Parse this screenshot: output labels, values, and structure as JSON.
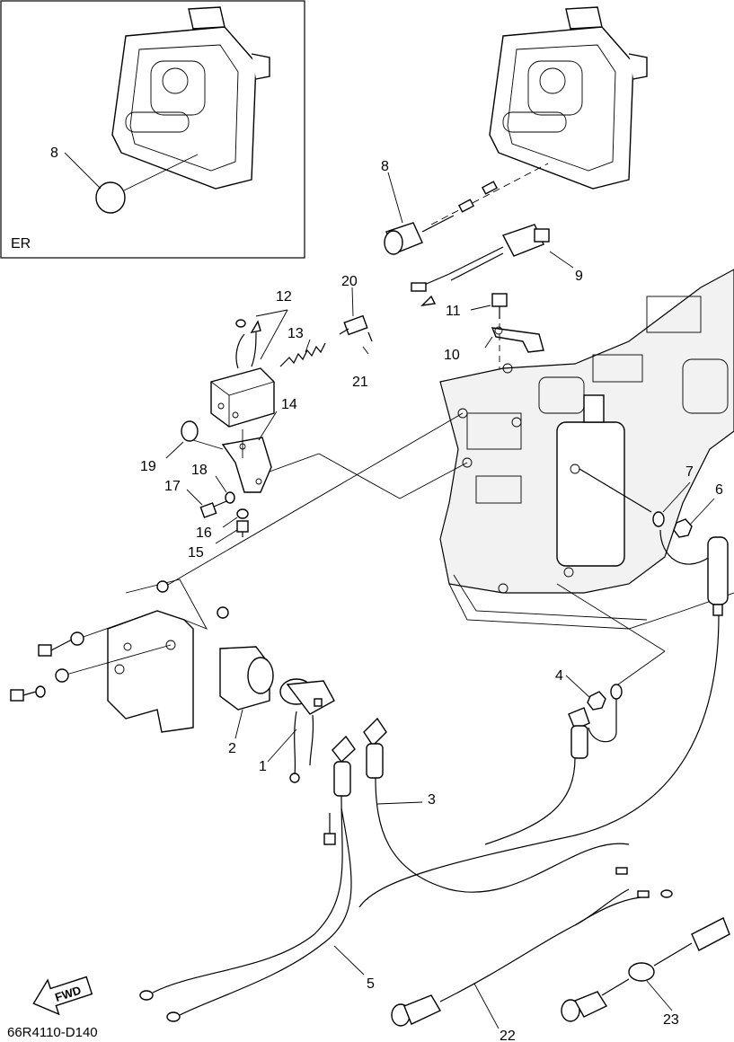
{
  "inset": {
    "label": "ER",
    "callout": "8"
  },
  "callouts": {
    "c1": "1",
    "c2": "2",
    "c3": "3",
    "c4": "4",
    "c5": "5",
    "c6": "6",
    "c7": "7",
    "c8": "8",
    "c9": "9",
    "c10": "10",
    "c11": "11",
    "c12": "12",
    "c13": "13",
    "c14": "14",
    "c15": "15",
    "c16": "16",
    "c17": "17",
    "c18": "18",
    "c19": "19",
    "c20": "20",
    "c21": "21",
    "c22": "22",
    "c23": "23"
  },
  "fwd_label": "FWD",
  "drawing_code": "66R4110-D140"
}
